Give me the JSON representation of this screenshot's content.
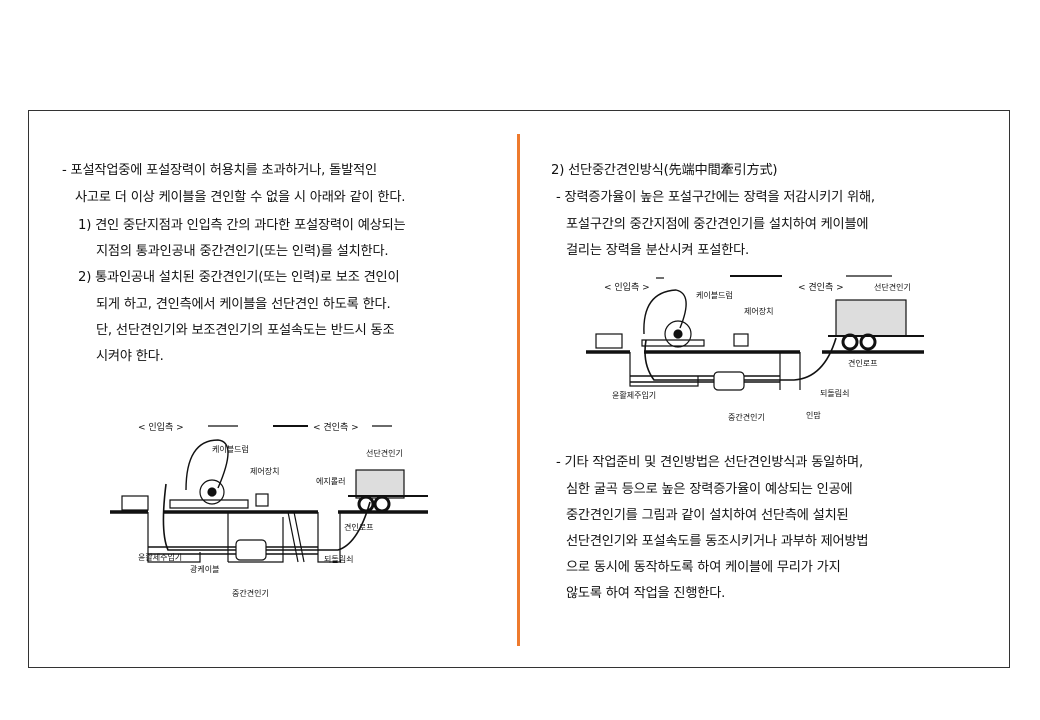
{
  "left": {
    "lines": [
      "- 포설작업중에 포설장력이 허용치를 초과하거나, 돌발적인",
      "사고로 더 이상 케이블을 견인할 수 없을 시 아래와 같이 한다.",
      "1) 견인 중단지점과 인입측 간의 과다한 포설장력이 예상되는",
      "지점의 통과인공내 중간견인기(또는 인력)를 설치한다.",
      "2) 통과인공내 설치된 중간견인기(또는 인력)로 보조 견인이",
      "되게 하고, 견인측에서 케이블을 선단견인 하도록 한다.",
      "단, 선단견인기와 보조견인기의 포설속도는 반드시 동조",
      "시켜야 한다."
    ],
    "figure": {
      "inlet_side": "< 인입측 >",
      "pull_side": "< 견인측 >",
      "cable_drum": "케이블드럼",
      "control_unit": "제어장치",
      "edge_roller": "에지롤러",
      "lead_puller": "선단견인기",
      "pulling_rope": "견인로프",
      "return_sheave": "되돌림쇠",
      "lubricant_injector": "윤활제주입기",
      "optical_cable": "광케이블",
      "mid_puller": "중간견인기"
    }
  },
  "right": {
    "lines": [
      "2) 선단중간견인방식(先端中間牽引方式)",
      "- 장력증가율이 높은 포설구간에는 장력을 저감시키기 위해,",
      "포설구간의 중간지점에 중간견인기를 설치하여 케이블에",
      "걸리는 장력을 분산시켜 포설한다.",
      "- 기타 작업준비 및 견인방법은 선단견인방식과 동일하며,",
      "심한 굴곡 등으로 높은 장력증가율이 예상되는 인공에",
      "중간견인기를 그림과 같이 설치하여 선단측에 설치된",
      "선단견인기와 포설속도를 동조시키거나 과부하 제어방법",
      "으로 동시에 동작하도록 하여 케이블에 무리가 가지",
      "않도록 하여 작업을 진행한다."
    ],
    "figure": {
      "inlet_side": "< 인입측 >",
      "pull_side": "< 견인측 >",
      "cable_drum": "케이블드럼",
      "control_unit": "제어장치",
      "lead_puller": "선단견인기",
      "pulling_rope": "견인로프",
      "return_sheave": "되돌림쇠",
      "lubricant_injector": "윤활제주입기",
      "mid_puller": "중간견인기",
      "manhole": "인맘"
    }
  }
}
